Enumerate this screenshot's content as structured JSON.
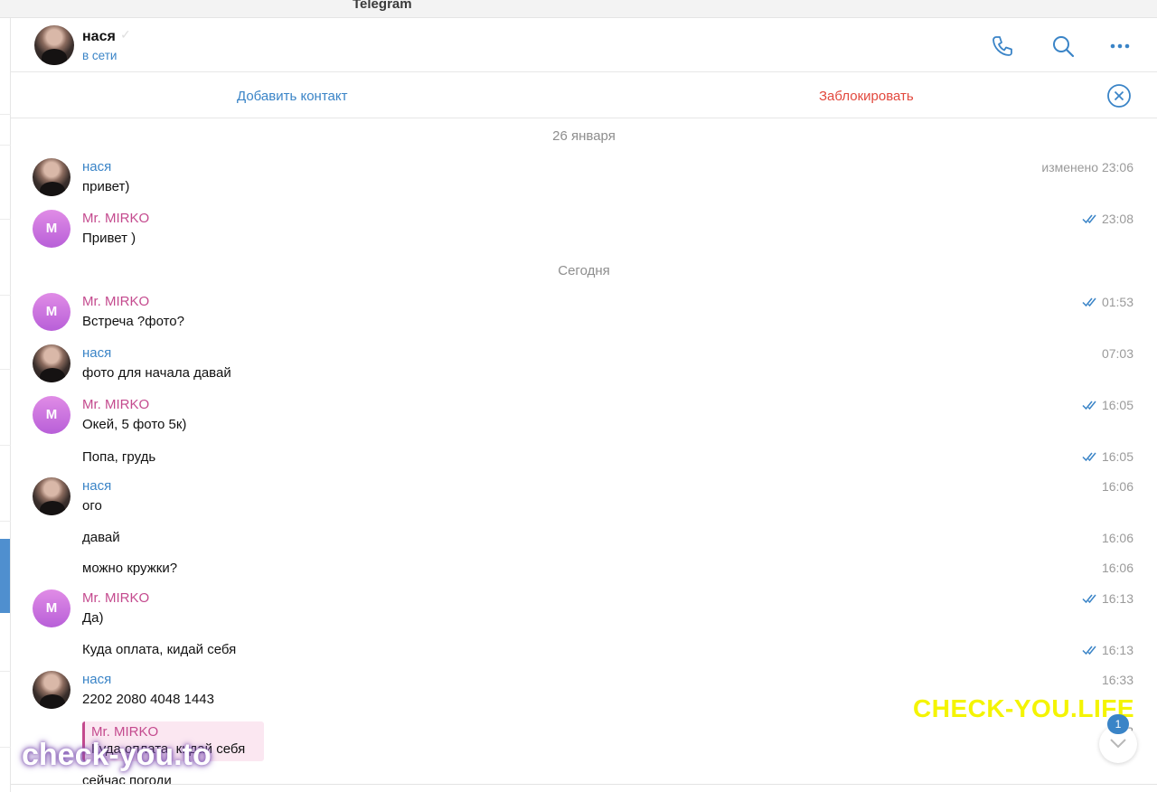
{
  "window": {
    "title": "Telegram"
  },
  "header": {
    "name": "нася",
    "status": "в сети"
  },
  "actions": {
    "add_contact": "Добавить контакт",
    "block": "Заблокировать"
  },
  "dates": [
    "26 января",
    "Сегодня"
  ],
  "messages": [
    {
      "sender": "нася",
      "text": "привет)",
      "time": "изменено 23:06"
    },
    {
      "sender": "Mr. MIRKO",
      "avatar_letter": "M",
      "text": "Привет )",
      "time": "23:08"
    },
    {
      "sender": "Mr. MIRKO",
      "avatar_letter": "M",
      "text": "Встреча ?фото?",
      "time": "01:53"
    },
    {
      "sender": "нася",
      "text": "фото для начала давай",
      "time": "07:03"
    },
    {
      "sender": "Mr. MIRKO",
      "avatar_letter": "M",
      "text": "Окей, 5 фото 5к)",
      "time": "16:05"
    },
    {
      "text": "Попа, грудь",
      "time": "16:05"
    },
    {
      "sender": "нася",
      "text": "ого",
      "time": "16:06"
    },
    {
      "text": "давай",
      "time": "16:06"
    },
    {
      "text": "можно кружки?",
      "time": "16:06"
    },
    {
      "sender": "Mr. MIRKO",
      "avatar_letter": "M",
      "text": "Да)",
      "time": "16:13"
    },
    {
      "text": "Куда оплата, кидай себя",
      "time": "16:13"
    },
    {
      "sender": "нася",
      "text": "2202 2080 4048 1443",
      "time": "16:33"
    },
    {
      "reply_to": {
        "sender": "Mr. MIRKO",
        "text": "Куда оплата, кидай себя"
      },
      "text": "сейчас погоди",
      "time": "16:3"
    }
  ],
  "watermarks": {
    "right": "CHECK-YOU.LIFE",
    "left": "check-you.to"
  },
  "scroll_button": {
    "badge": "1"
  },
  "colors": {
    "accent": "#3a84c7",
    "mirko": "#c44a8e",
    "danger": "#e2483d",
    "watermark_yellow": "#f4f400"
  }
}
